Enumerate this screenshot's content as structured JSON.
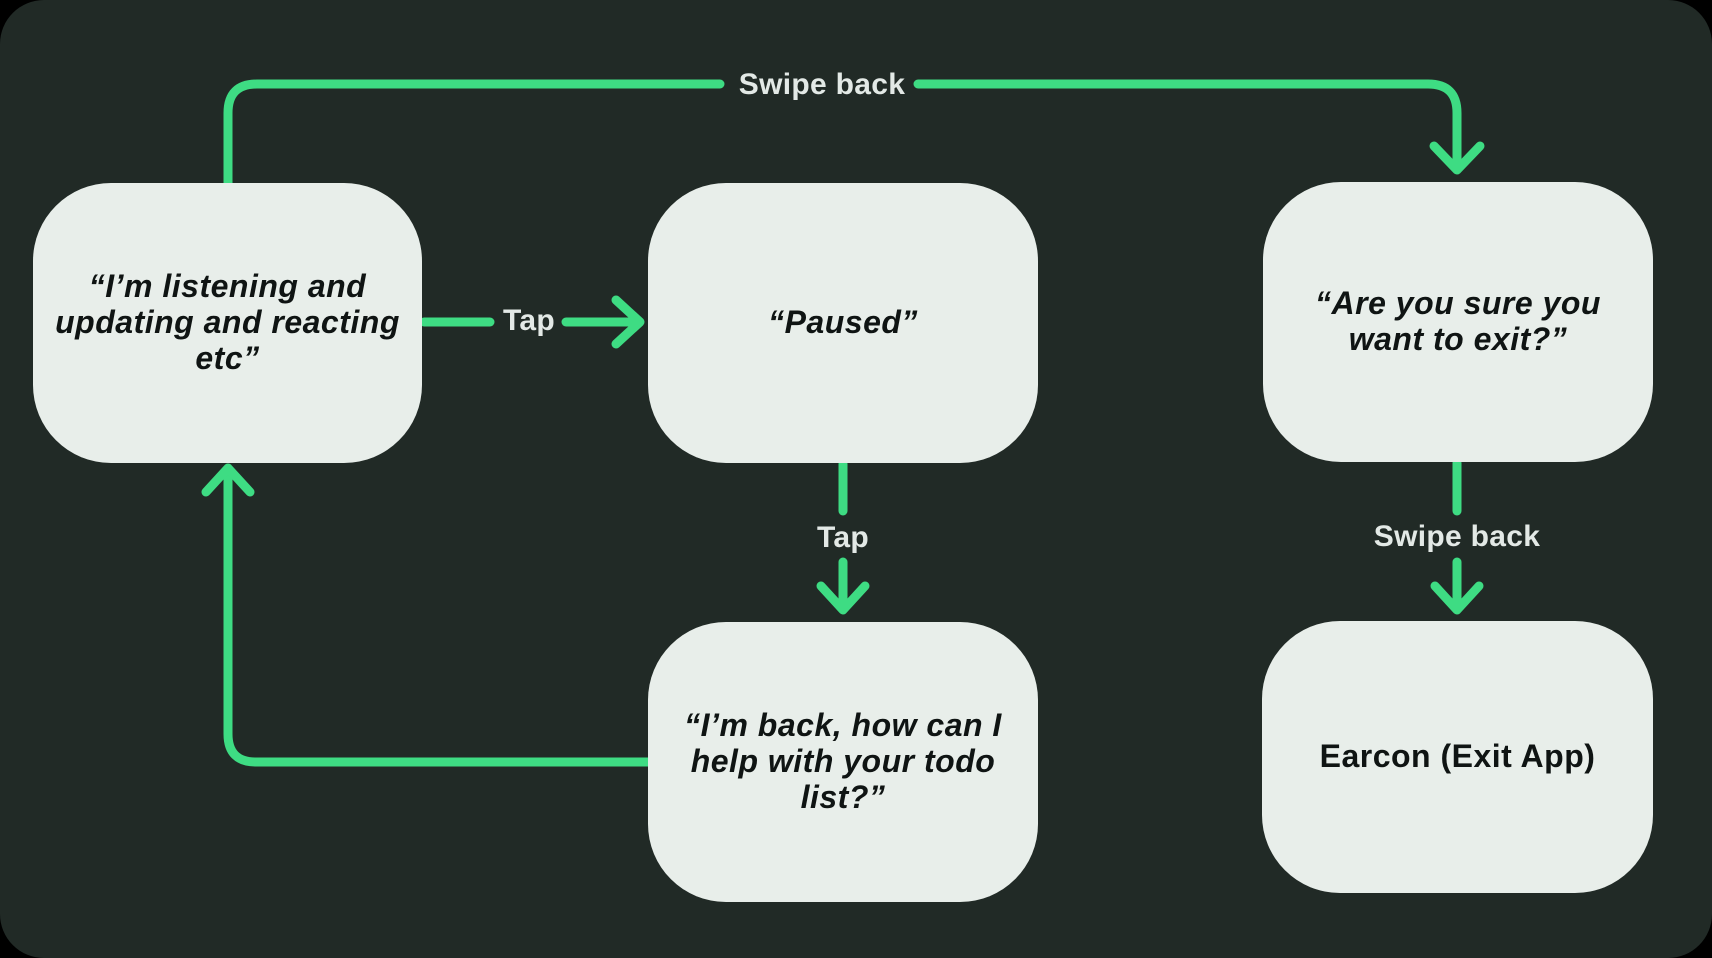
{
  "colors": {
    "background": "#000000",
    "panel": "#212A26",
    "box_fill": "#E8EEEA",
    "box_text": "#0F1413",
    "arrow": "#3EDC83",
    "label_text": "#E3E9E6"
  },
  "nodes": {
    "listening": {
      "text": "“I’m listening and\nupdating and reacting\netc”"
    },
    "paused": {
      "text": "“Paused”"
    },
    "confirm_exit": {
      "text": "“Are you sure you\nwant to exit?”"
    },
    "back": {
      "text": "“I’m back, how can I\nhelp with your todo\nlist?”"
    },
    "earcon": {
      "text": "Earcon (Exit App)"
    }
  },
  "edge_labels": {
    "swipe_back_top": "Swipe back",
    "tap_pause": "Tap",
    "tap_resume": "Tap",
    "swipe_back_exit": "Swipe back"
  }
}
